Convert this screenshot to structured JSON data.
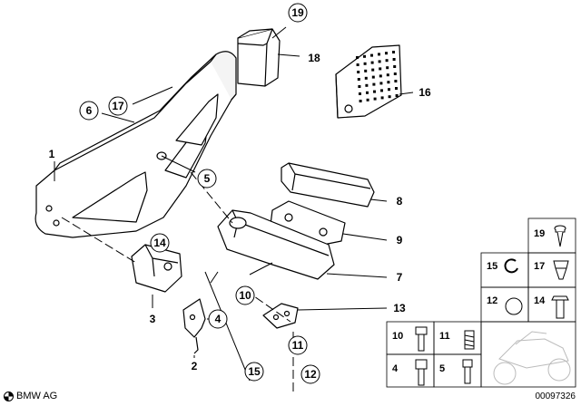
{
  "callouts": {
    "c1": "1",
    "c2": "2",
    "c3": "3",
    "c4": "4",
    "c5": "5",
    "c6": "6",
    "c7": "7",
    "c8": "8",
    "c9": "9",
    "c10": "10",
    "c11": "11",
    "c12": "12",
    "c13": "13",
    "c14": "14",
    "c15": "15",
    "c16": "16",
    "c17": "17",
    "c18": "18",
    "c19": "19"
  },
  "legend": {
    "l19": "19",
    "l15": "15",
    "l17": "17",
    "l12": "12",
    "l14": "14",
    "l10": "10",
    "l11": "11",
    "l4": "4",
    "l5": "5"
  },
  "footer": {
    "brand": "BMW AG",
    "code": "00097326"
  }
}
